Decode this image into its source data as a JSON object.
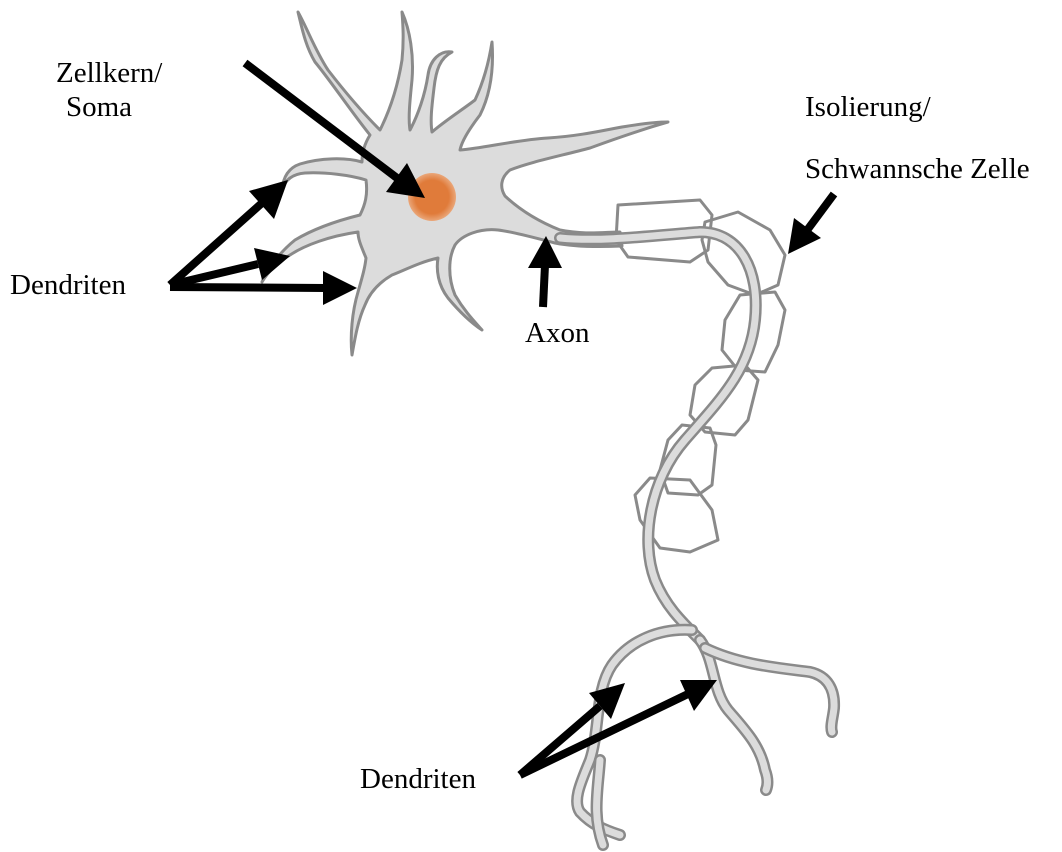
{
  "labels": {
    "nucleus_line1": "Zellkern/",
    "nucleus_line2": "Soma",
    "insulation_line1": "Isolierung/",
    "insulation_line2": "Schwannsche Zelle",
    "dendrites_top": "Dendriten",
    "axon": "Axon",
    "dendrites_bottom": "Dendriten"
  },
  "colors": {
    "cell_fill": "#dcdcdc",
    "cell_outline": "#8a8a8a",
    "nucleus": "#e07b3a",
    "arrow": "#000000",
    "text": "#000000"
  }
}
